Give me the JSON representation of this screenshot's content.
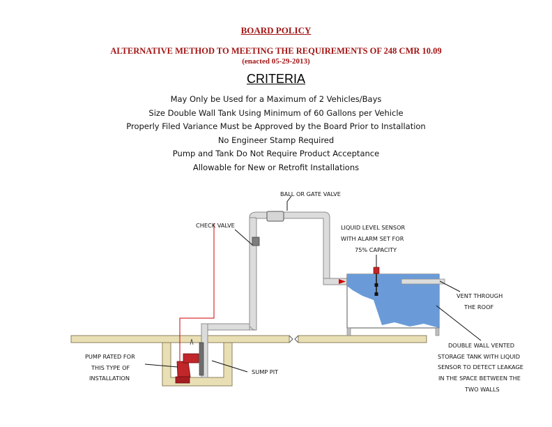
{
  "header": {
    "board_policy": "BOARD POLICY",
    "title": "ALTERNATIVE METHOD TO MEETING THE REQUIREMENTS OF 248 CMR 10.09",
    "enacted": "(enacted 05-29-2013)"
  },
  "criteria": {
    "heading": "CRITERIA",
    "items": [
      "May Only be Used for a Maximum of 2 Vehicles/Bays",
      "Size Double Wall Tank Using Minimum of 60 Gallons per Vehicle",
      "Properly Filed Variance Must be Approved by the Board Prior to Installation",
      "No Engineer Stamp Required",
      "Pump and Tank Do Not Require Product Acceptance",
      "Allowable for New or Retrofit Installations"
    ]
  },
  "diagram": {
    "labels": {
      "ball_valve": "BALL OR GATE VALVE",
      "check_valve": "CHECK VALVE",
      "sensor": [
        "LIQUID LEVEL SENSOR",
        "WITH ALARM SET FOR",
        "75% CAPACITY"
      ],
      "vent": [
        "VENT THROUGH",
        "THE ROOF"
      ],
      "pump": [
        "PUMP RATED FOR",
        "THIS TYPE OF",
        "INSTALLATION"
      ],
      "sump": "SUMP PIT",
      "tank": [
        "DOUBLE WALL VENTED",
        "STORAGE TANK WITH LIQUID",
        "SENSOR TO DETECT LEAKAGE",
        "IN THE SPACE BETWEEN THE",
        "TWO WALLS"
      ]
    },
    "colors": {
      "title_red": "#a31515",
      "pipe": "#dcdcdc",
      "slab": "#e9dfb5",
      "tank_liquid": "#6a9bd8",
      "pump": "#c0262a",
      "sensor_wire": "#d00000"
    }
  }
}
